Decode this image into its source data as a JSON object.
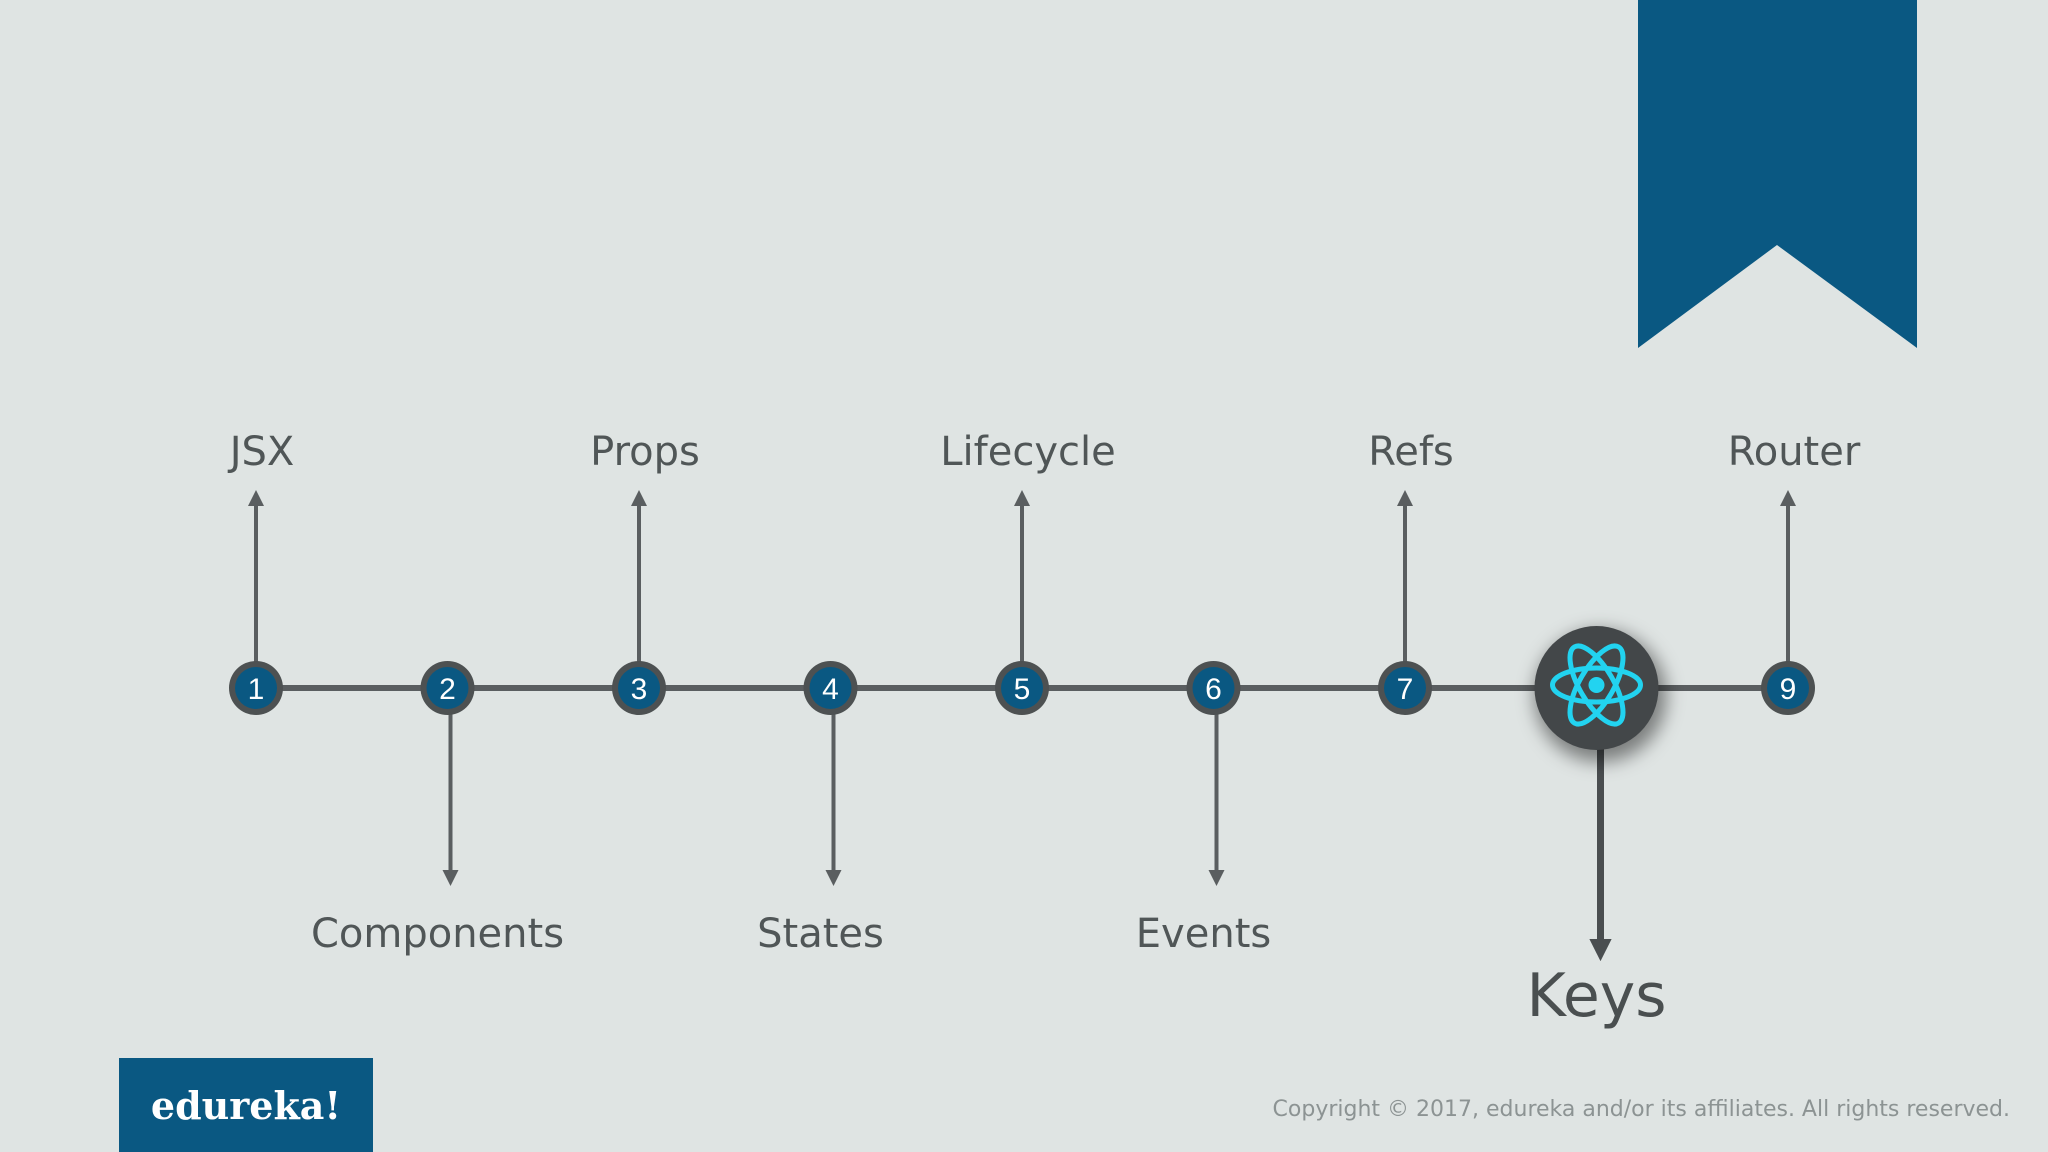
{
  "slide": {
    "colors": {
      "background": "#dfe4e3",
      "accent": "#0a5882",
      "line": "#5a5e60",
      "node_fill": "#0a5882",
      "node_ring": "#4d5152",
      "react_cyan": "#22d3f0"
    },
    "topics": [
      {
        "number": "1",
        "label": "JSX",
        "direction": "up"
      },
      {
        "number": "2",
        "label": "Components",
        "direction": "down"
      },
      {
        "number": "3",
        "label": "Props",
        "direction": "up"
      },
      {
        "number": "4",
        "label": "States",
        "direction": "down"
      },
      {
        "number": "5",
        "label": "Lifecycle",
        "direction": "up"
      },
      {
        "number": "6",
        "label": "Events",
        "direction": "down"
      },
      {
        "number": "7",
        "label": "Refs",
        "direction": "up"
      },
      {
        "number": "",
        "label": "Keys",
        "direction": "down",
        "highlight": true,
        "icon": "react-logo-icon"
      },
      {
        "number": "9",
        "label": "Router",
        "direction": "up"
      }
    ],
    "logo_text": "edureka!",
    "copyright": "Copyright © 2017, edureka and/or its affiliates. All rights reserved."
  }
}
